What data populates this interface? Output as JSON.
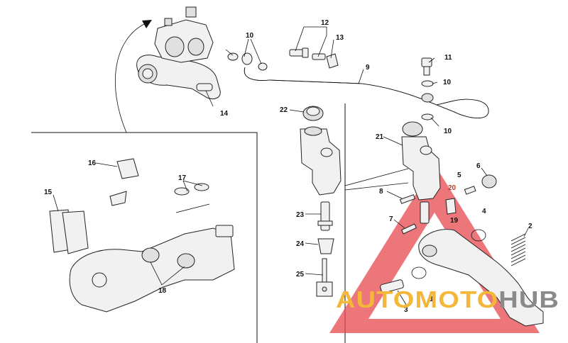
{
  "callouts": [
    {
      "id": "c1",
      "text": "1"
    },
    {
      "id": "c2",
      "text": "2"
    },
    {
      "id": "c3",
      "text": "3"
    },
    {
      "id": "c4",
      "text": "4"
    },
    {
      "id": "c5",
      "text": "5"
    },
    {
      "id": "c6",
      "text": "6"
    },
    {
      "id": "c7",
      "text": "7"
    },
    {
      "id": "c8",
      "text": "8"
    },
    {
      "id": "c9",
      "text": "9"
    },
    {
      "id": "c10a",
      "text": "10"
    },
    {
      "id": "c10b",
      "text": "10"
    },
    {
      "id": "c10c",
      "text": "10"
    },
    {
      "id": "c11",
      "text": "11"
    },
    {
      "id": "c12",
      "text": "12"
    },
    {
      "id": "c13",
      "text": "13"
    },
    {
      "id": "c14",
      "text": "14"
    },
    {
      "id": "c15",
      "text": "15"
    },
    {
      "id": "c16",
      "text": "16"
    },
    {
      "id": "c17",
      "text": "17"
    },
    {
      "id": "c18",
      "text": "18"
    },
    {
      "id": "c19",
      "text": "19"
    },
    {
      "id": "c20",
      "text": "20"
    },
    {
      "id": "c21",
      "text": "21"
    },
    {
      "id": "c22",
      "text": "22"
    },
    {
      "id": "c23",
      "text": "23"
    },
    {
      "id": "c24",
      "text": "24"
    },
    {
      "id": "c25",
      "text": "25"
    }
  ],
  "watermark": {
    "part1": "AUTO",
    "part2": "MOTO",
    "part3": "HUB",
    "color_orange": "#f4b73a",
    "color_gray": "#8a8a8a",
    "color_triangle": "#e5484d"
  }
}
